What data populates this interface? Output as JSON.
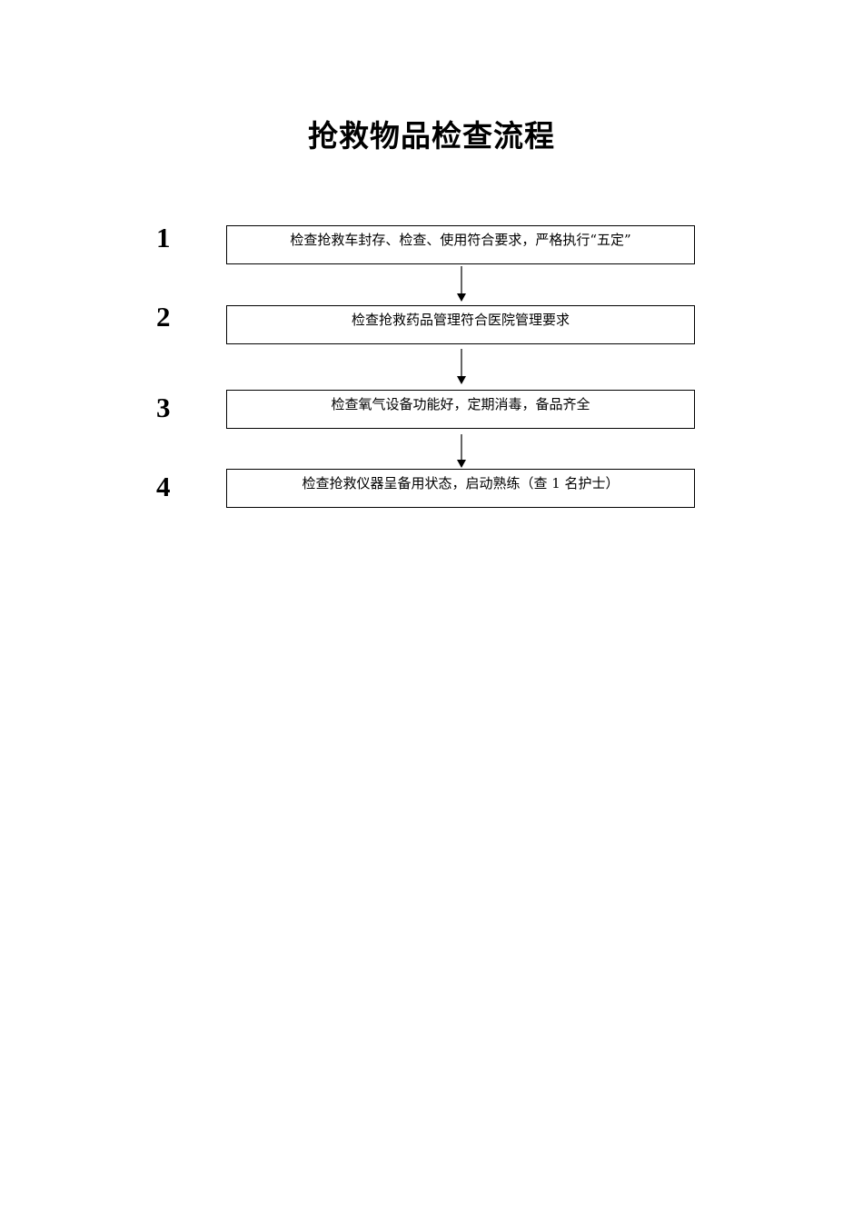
{
  "title": "抢救物品检查流程",
  "steps": [
    {
      "number": "1",
      "text": "检查抢救车封存、检查、使用符合要求，严格执行“五定”"
    },
    {
      "number": "2",
      "text": "检查抢救药品管理符合医院管理要求"
    },
    {
      "number": "3",
      "text": "检查氧气设备功能好，定期消毒，备品齐全"
    },
    {
      "number": "4",
      "text": "检查抢救仪器呈备用状态，启动熟练（查 1 名护士）"
    }
  ]
}
